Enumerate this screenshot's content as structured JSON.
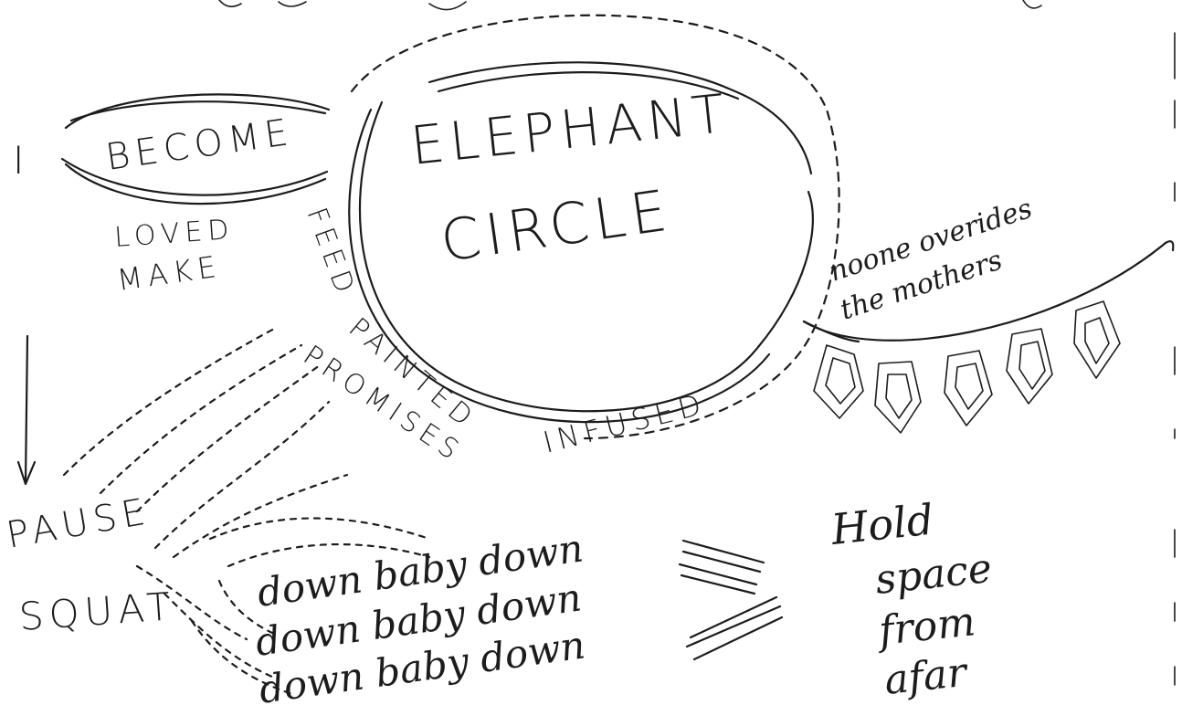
{
  "labels": {
    "i": "I",
    "become": "BECOME",
    "loved": "LOVED",
    "make": "MAKE",
    "elephant": "ELEPHANT",
    "circle": "CIRCLE",
    "feed": "FEED",
    "painted": "PAINTED",
    "promises": "PROMISES",
    "infused": "INFUSED",
    "noone_overrides": "noone overides",
    "the_mothers": "the mothers",
    "pause": "PAUSE",
    "squat": "SQUAT",
    "chant_line_1": "down baby down",
    "chant_line_2": "down baby down",
    "chant_line_3": "down baby down",
    "hold": "Hold",
    "space": "space",
    "from": "from",
    "afar": "afar"
  }
}
